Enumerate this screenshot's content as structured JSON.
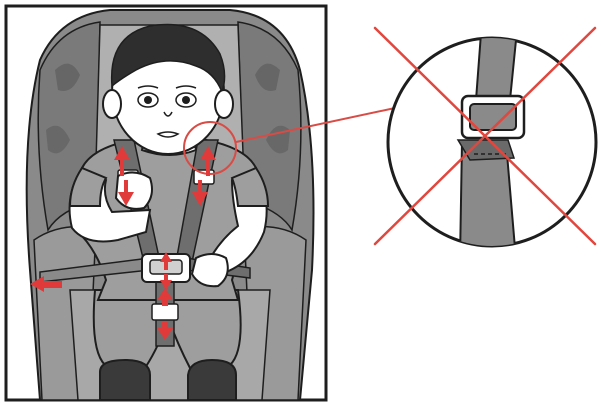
{
  "figure": {
    "subject": "child-car-seat-harness-instruction",
    "colors": {
      "background": "#ffffff",
      "seat_shell": "#8a8a8a",
      "seat_shadow": "#6f6f6f",
      "seat_pad": "#b5b5b5",
      "skin": "#ffffff",
      "clothing": "#9e9e9e",
      "strap": "#6e6e6e",
      "outline": "#1e1e1e",
      "arrow": "#e03a3a",
      "cross": "#e0473e",
      "callout_line": "#d94b45"
    },
    "icons": {
      "adjust_arrow": "double-headed-arrow",
      "pull_arrow": "left-arrow",
      "wrong_mark": "red-x"
    }
  }
}
